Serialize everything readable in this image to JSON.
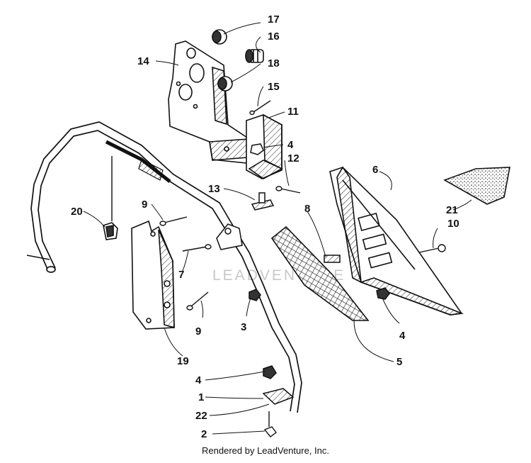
{
  "diagram": {
    "callouts": [
      "17",
      "16",
      "14",
      "18",
      "15",
      "11",
      "4",
      "12",
      "13",
      "6",
      "21",
      "8",
      "10",
      "20",
      "9",
      "7",
      "9",
      "3",
      "4",
      "19",
      "5",
      "4",
      "1",
      "22",
      "2"
    ],
    "watermark": "LEADVENTURE"
  },
  "footer": {
    "credit": "Rendered by LeadVenture, Inc."
  }
}
